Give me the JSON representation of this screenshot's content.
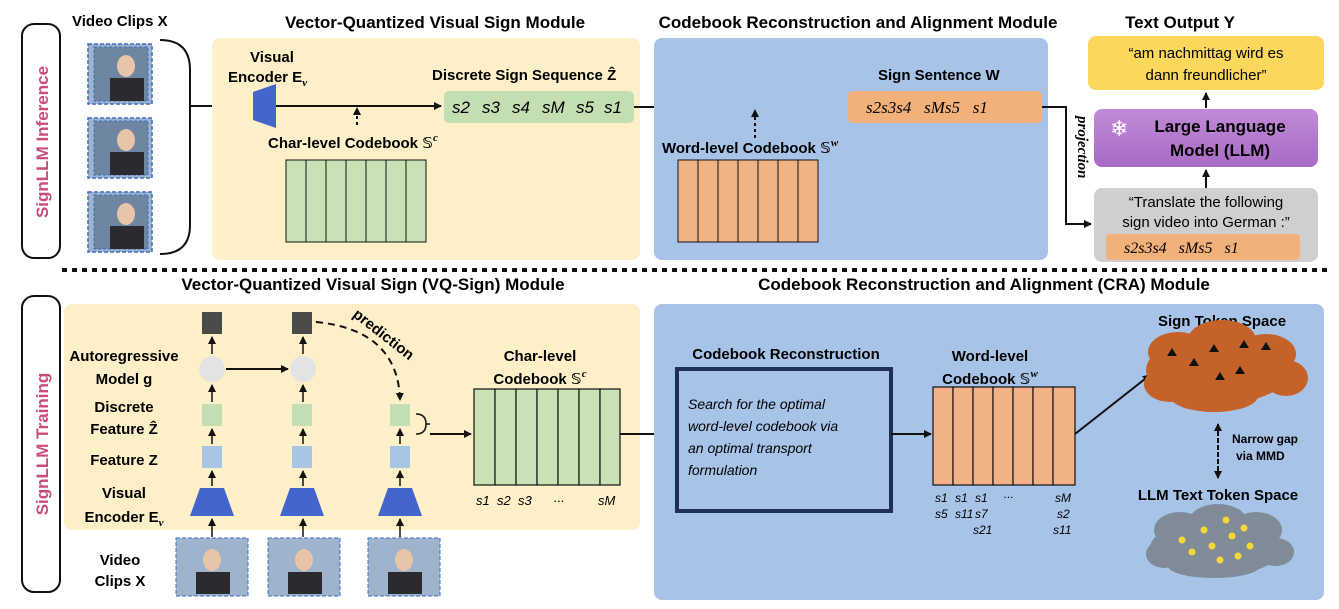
{
  "side_labels": {
    "inference": "SignLLM Inference",
    "training": "SignLLM Training"
  },
  "inference": {
    "video_clips_label": "Video Clips X",
    "vq_title": "Vector-Quantized Visual Sign Module",
    "cra_title": "Codebook Reconstruction and Alignment Module",
    "text_output_title": "Text Output Y",
    "visual_encoder_label": "Visual",
    "visual_encoder_label2": "Encoder E",
    "visual_encoder_sub": "v",
    "discrete_seq_label": "Discrete Sign Sequence Ẑ",
    "discrete_tokens": [
      "s2",
      "s3",
      "s4",
      "sM",
      "s5",
      "s1"
    ],
    "char_codebook_label": "Char-level Codebook 𝕊",
    "char_codebook_sup": "c",
    "word_codebook_label": "Word-level Codebook 𝕊",
    "word_codebook_sup": "w",
    "sign_sentence_label": "Sign Sentence W",
    "sign_sentence_text": "s2s3s4   sMs5   s1",
    "output_text_line1": "“am nachmittag wird es",
    "output_text_line2": "dann freundlicher”",
    "llm_line1": "Large Language",
    "llm_line2": "Model (LLM)",
    "snowflake_icon": "❄",
    "projection_label": "projection",
    "prompt_line1": "“Translate the following",
    "prompt_line2": "sign video into German :”",
    "prompt_tokens": "s2s3s4   sMs5   s1"
  },
  "training": {
    "vq_title": "Vector-Quantized Visual Sign (VQ-Sign) Module",
    "cra_title": "Codebook Reconstruction and Alignment (CRA) Module",
    "autoregressive_label1": "Autoregressive",
    "autoregressive_label2": "Model g",
    "discrete_label1": "Discrete",
    "discrete_label2": "Feature Ẑ",
    "feature_label": "Feature Z",
    "encoder_label1": "Visual",
    "encoder_label2": "Encoder E",
    "encoder_sub": "v",
    "video_label1": "Video",
    "video_label2": "Clips X",
    "prediction_label": "prediction",
    "char_codebook_label1": "Char-level",
    "char_codebook_label2": "Codebook 𝕊",
    "char_codebook_sup": "c",
    "char_axis": [
      "s1",
      "s2",
      "s3",
      "...",
      "sM"
    ],
    "recon_title": "Codebook Reconstruction",
    "recon_text": [
      "Search for the optimal",
      "word-level codebook via",
      "an optimal transport",
      "formulation"
    ],
    "word_codebook_label1": "Word-level",
    "word_codebook_label2": "Codebook 𝕊",
    "word_codebook_sup": "w",
    "word_axis_row1": [
      "s1",
      "s1",
      "s1",
      "...",
      "sM"
    ],
    "word_axis_row2": [
      "s5",
      "s11",
      "s7",
      "s2"
    ],
    "word_axis_row3": [
      "s21",
      "s11"
    ],
    "sign_space_label": "Sign Token Space",
    "llm_space_label": "LLM Text Token Space",
    "gap_line1": "Narrow gap",
    "gap_line2": "via MMD"
  }
}
